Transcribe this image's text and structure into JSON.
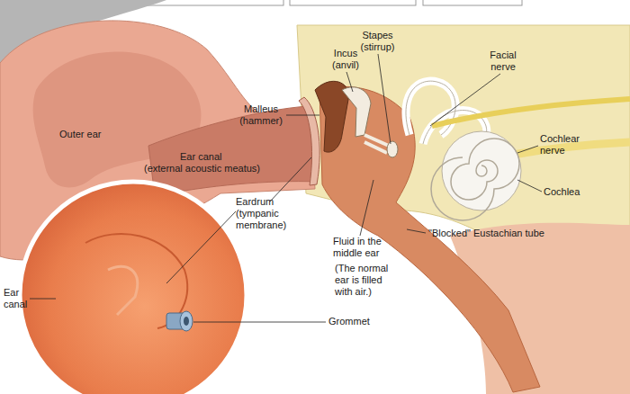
{
  "diagram": {
    "labels": [
      "Incus (anvil)",
      "Stapes (stirrup)",
      "Facial nerve",
      "Malleus (hammer)",
      "Outer ear",
      "Cochlear nerve",
      "Ear canal",
      "(external acoustic meatus)",
      "Eardrum (tympanic membrane)",
      "Cochlea",
      "Fluid in the middle ear",
      "(The normal ear is filled with air.)",
      "\"Blocked\" Eustachian tube",
      "Ear canal",
      "Grommet"
    ]
  }
}
